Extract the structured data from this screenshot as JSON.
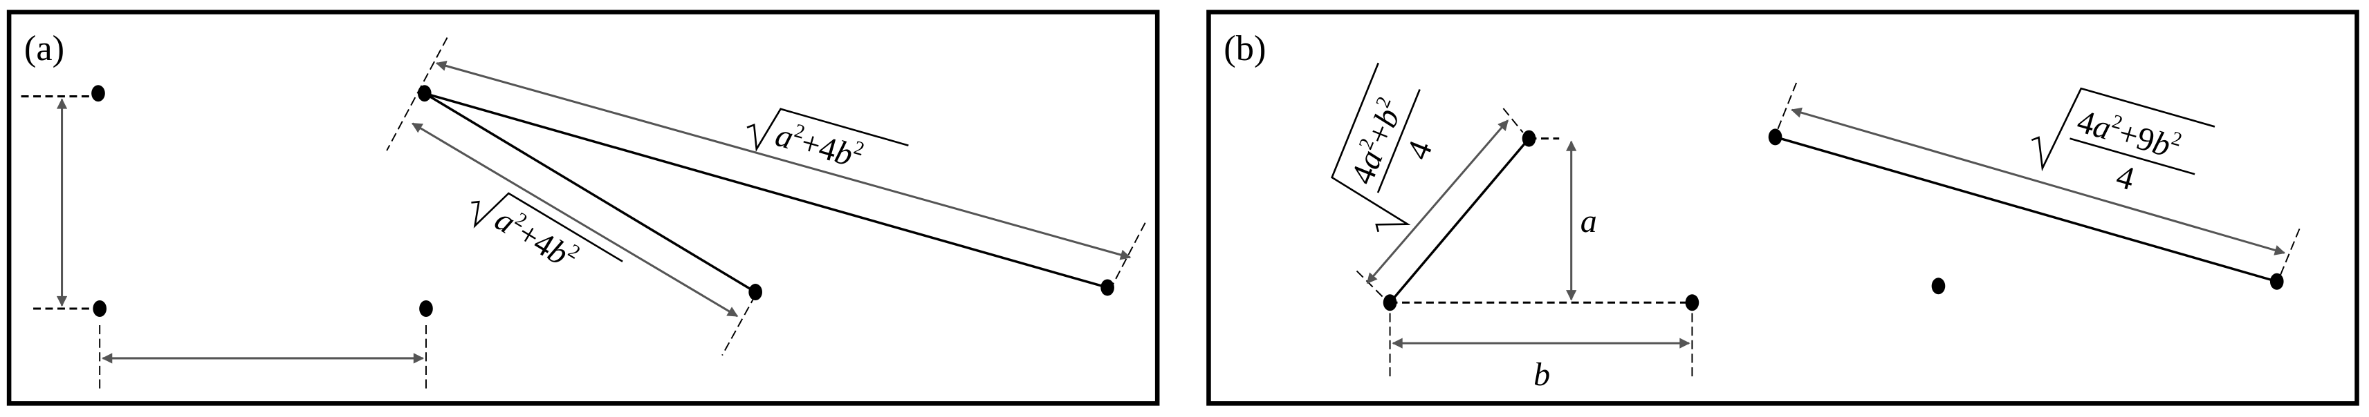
{
  "panels": [
    {
      "label": "(a)",
      "long_label": {
        "a": "a",
        "sup1": "2",
        "plus": "+4",
        "b": "b",
        "sup2": "2"
      },
      "short_label": {
        "a": "a",
        "sup1": "2",
        "plus": "+4",
        "b": "b",
        "sup2": "2"
      }
    },
    {
      "label": "(b)",
      "height_label": "a",
      "width_label": "b",
      "short_label": {
        "num_coef": "4",
        "a": "a",
        "sup1": "2",
        "plus": "+",
        "b": "b",
        "sup2": "2",
        "den": "4"
      },
      "long_label": {
        "num_coef": "4",
        "a": "a",
        "sup1": "2",
        "plus": "+9",
        "b": "b",
        "sup2": "2",
        "den": "4"
      }
    }
  ],
  "colors": {
    "frame": "#000000",
    "arrow": "#555555",
    "dot": "#000000"
  }
}
